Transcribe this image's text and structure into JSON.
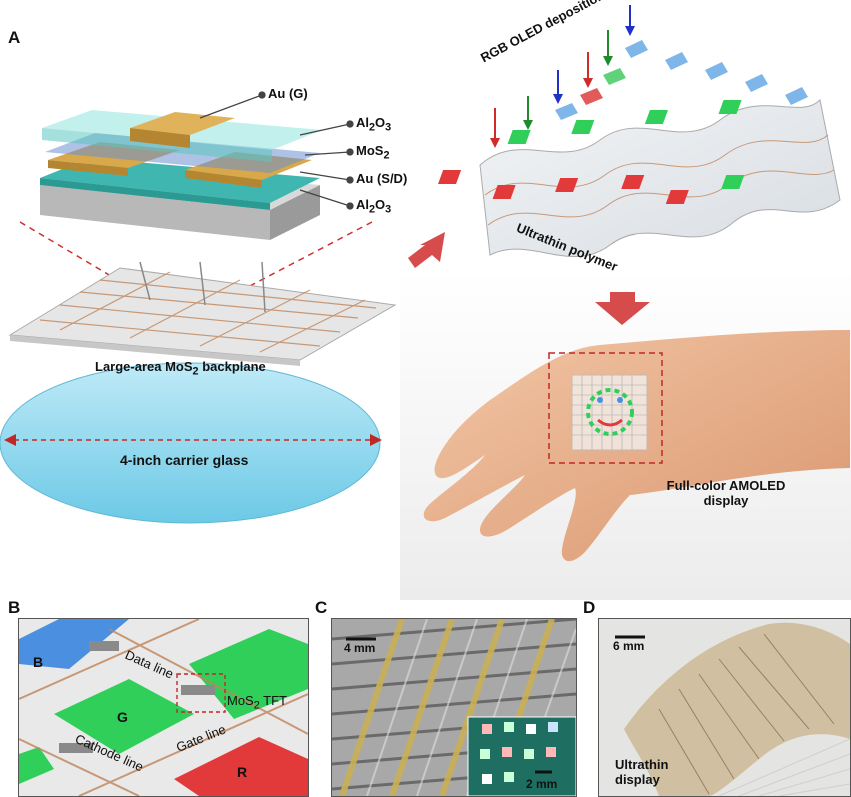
{
  "panels": {
    "a": {
      "letter": "A"
    },
    "b": {
      "letter": "B"
    },
    "c": {
      "letter": "C"
    },
    "d": {
      "letter": "D"
    }
  },
  "panel_a": {
    "layers": [
      "Au (G)",
      "Al",
      "MoS",
      "Au (S/D)",
      "Al"
    ],
    "layer_parts": {
      "al_top": {
        "base": "Al",
        "sub1": "2",
        "mid": "O",
        "sub2": "3"
      },
      "mos2": {
        "base": "MoS",
        "sub": "2"
      },
      "au_g": "Au (G)",
      "au_sd": "Au (S/D)",
      "al_bottom": {
        "base": "Al",
        "sub1": "2",
        "mid": "O",
        "sub2": "3"
      }
    },
    "backplane_label": {
      "pre": "Large-area MoS",
      "sub": "2",
      "post": " backplane"
    },
    "glass_label": "4-inch carrier glass",
    "deposition_label": "RGB OLED deposition",
    "polymer_label": "Ultrathin polymer",
    "display_label_line1": "Full-color AMOLED",
    "display_label_line2": "display"
  },
  "panel_b": {
    "pixel_b": "B",
    "pixel_g": "G",
    "pixel_r": "R",
    "data_line": "Data line",
    "cathode_line": "Cathode line",
    "gate_line": "Gate line",
    "tft_label": {
      "pre": "MoS",
      "sub": "2",
      "post": " TFT"
    }
  },
  "panel_c": {
    "scale_main": "4 mm",
    "scale_inset": "2 mm"
  },
  "panel_d": {
    "scale": "6 mm",
    "label_line1": "Ultrathin",
    "label_line2": "display"
  },
  "colors": {
    "red": "#e23a3a",
    "green": "#2fcf5a",
    "blue": "#4a8fe0",
    "gold": "#d9a84a",
    "teal": "#3fb7b0",
    "glass": "#7fd3ea",
    "arrow": "#c83030"
  }
}
